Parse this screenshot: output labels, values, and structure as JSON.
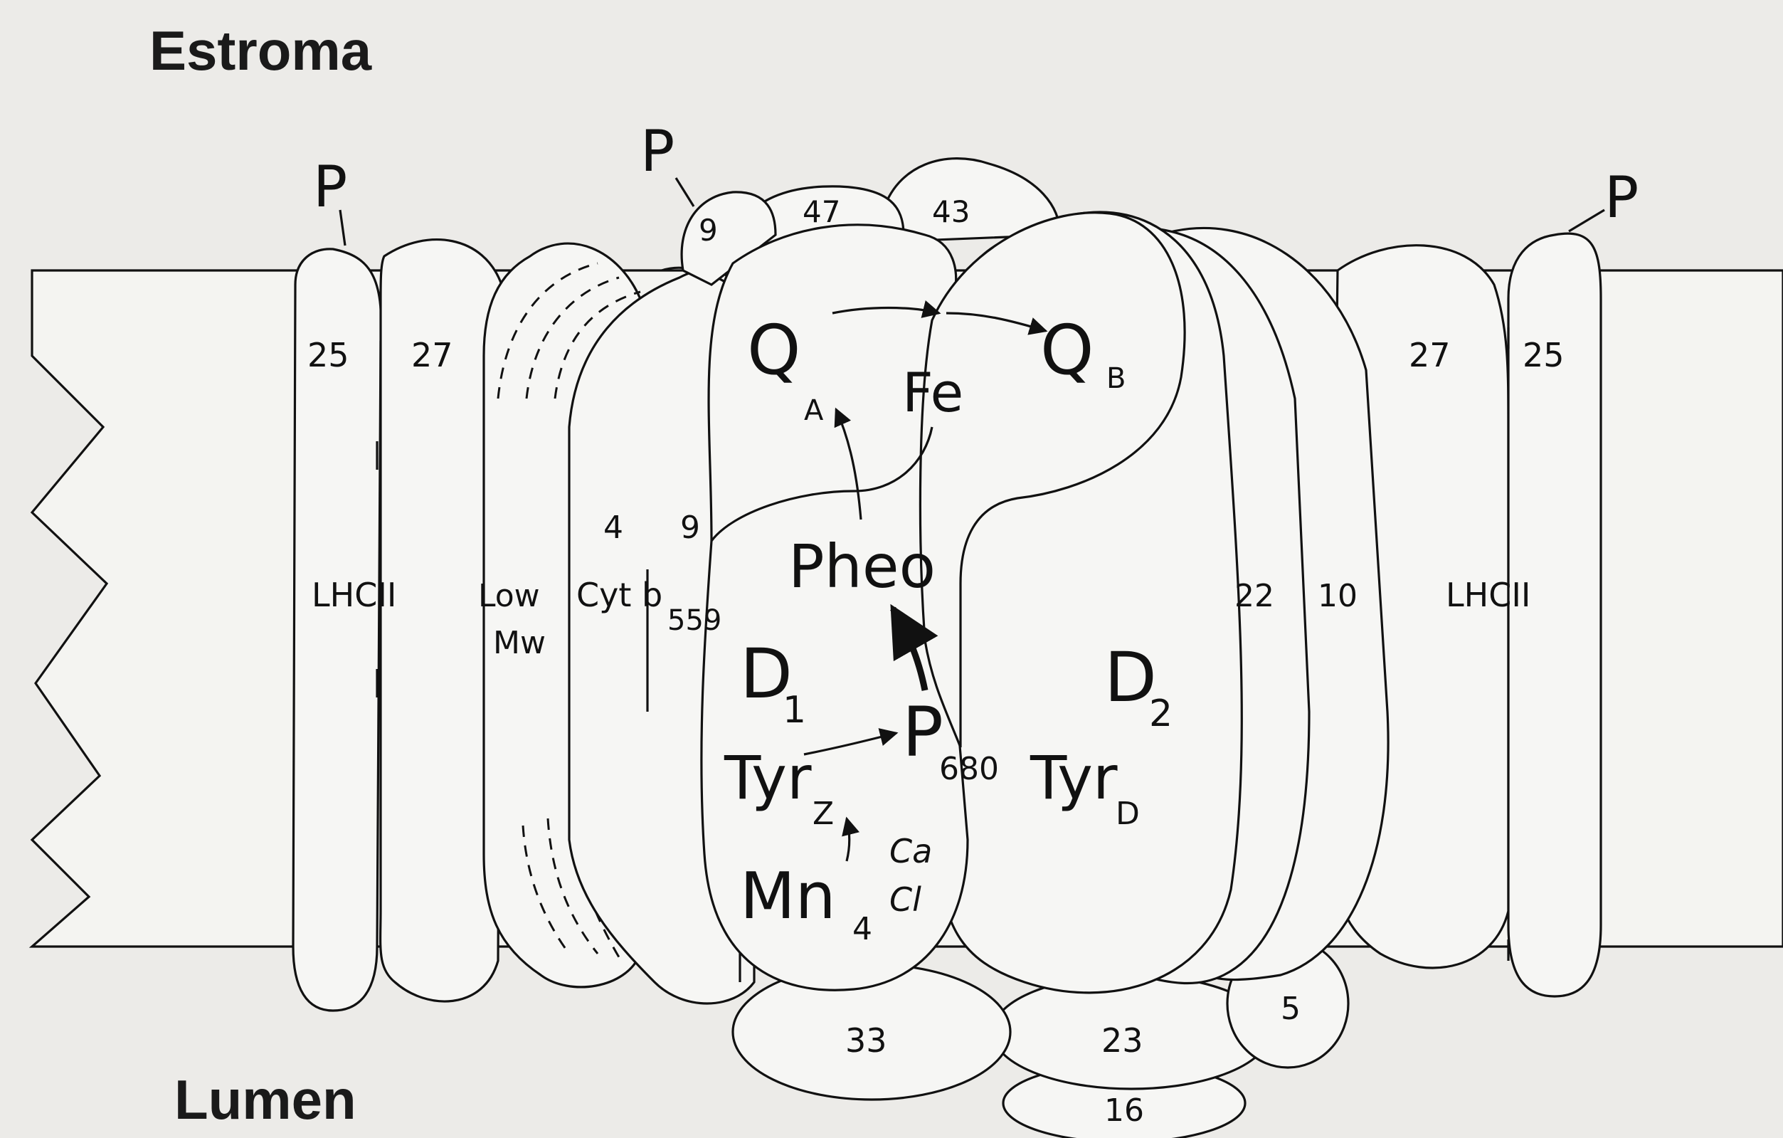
{
  "regions": {
    "top": "Estroma",
    "bottom": "Lumen"
  },
  "phosphate": "P",
  "subunits": {
    "lhcii_left": "LHCII",
    "lhcii_right": "LHCII",
    "lhc25_left": "25",
    "lhc27_left": "27",
    "lhc25_right": "25",
    "lhc27_right": "27",
    "low_mw_1": "Low",
    "low_mw_2": "Mw",
    "cyt_b": "Cyt b",
    "cyt_b_sub": "559",
    "s4": "4",
    "s9_inner": "9",
    "s9_top": "9",
    "s47": "47",
    "s43": "43",
    "s22": "22",
    "s10": "10",
    "s33": "33",
    "s23": "23",
    "s16": "16",
    "s5": "5"
  },
  "cofactors": {
    "qa": "Q",
    "qa_sub": "A",
    "qb": "Q",
    "qb_sub": "B",
    "fe": "Fe",
    "pheo": "Pheo",
    "d1": "D",
    "d1_sub": "1",
    "d2": "D",
    "d2_sub": "2",
    "p680": "P",
    "p680_sub": "680",
    "tyrz": "Tyr",
    "tyrz_sub": "Z",
    "tyrd": "Tyr",
    "tyrd_sub": "D",
    "mn": "Mn",
    "mn_sub": "4",
    "ca": "Ca",
    "cl": "Cl"
  }
}
